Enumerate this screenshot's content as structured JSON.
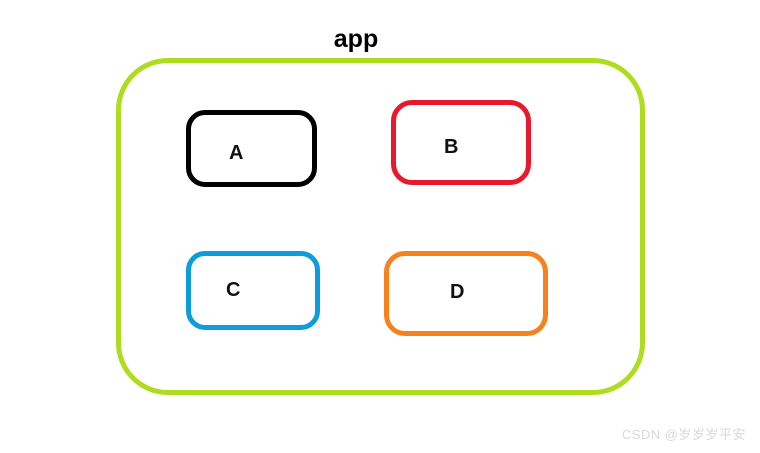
{
  "diagram": {
    "title": "app",
    "container": {
      "name": "app",
      "border_color": "#aedc1f"
    },
    "modules": [
      {
        "id": "a",
        "label": "A",
        "border_color": "#000000"
      },
      {
        "id": "b",
        "label": "B",
        "border_color": "#e8192c"
      },
      {
        "id": "c",
        "label": "C",
        "border_color": "#0d9ddb"
      },
      {
        "id": "d",
        "label": "D",
        "border_color": "#f5821f"
      }
    ]
  },
  "watermark": {
    "text": "CSDN @岁岁岁平安",
    "color": "#d8d8d8"
  },
  "canvas": {
    "background": "#ffffff",
    "text_color": "#000000"
  }
}
